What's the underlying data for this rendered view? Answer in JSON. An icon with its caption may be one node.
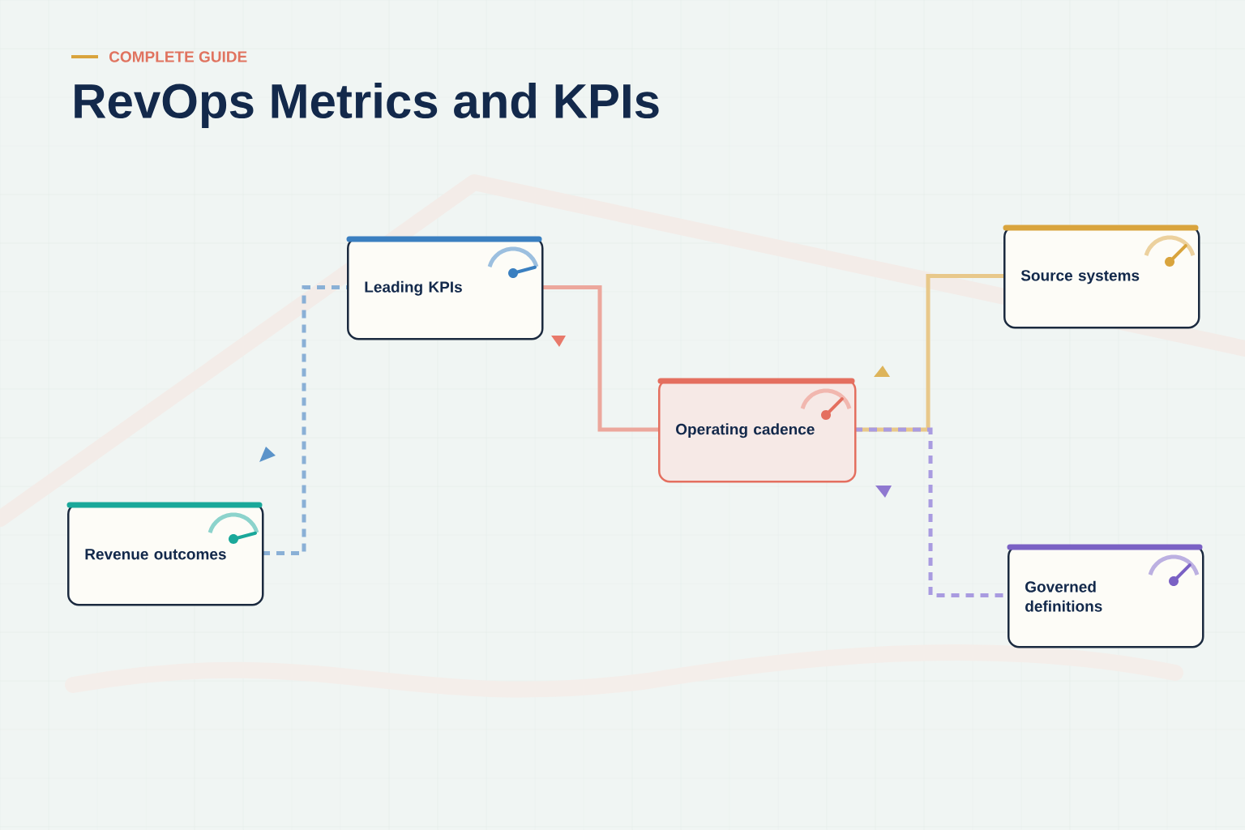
{
  "diagram": {
    "title": "RevOps Metrics and KPIs",
    "nodes": [
      {
        "text": [
          "Revenue outcomes"
        ]
      },
      {
        "text": [
          "Leading KPIs"
        ]
      },
      {
        "text": [
          "Operating cadence"
        ]
      },
      {
        "text": [
          "Source systems"
        ]
      },
      {
        "text": [
          "Governed definitions"
        ]
      }
    ],
    "edges": [
      {
        "from": 0,
        "to": 1,
        "arrow": "none",
        "style": "dashed",
        "color": "#8ab0d6"
      },
      {
        "from": 1,
        "to": 2,
        "arrow": "none",
        "color": "#eca79c"
      },
      {
        "from": 3,
        "to": 2,
        "arrow": "none",
        "color": "#e8c88a"
      },
      {
        "from": 2,
        "to": 4,
        "arrow": "none",
        "style": "dashed",
        "color": "#a99be0"
      }
    ],
    "labels": [
      "COMPLETE GUIDE"
    ]
  }
}
